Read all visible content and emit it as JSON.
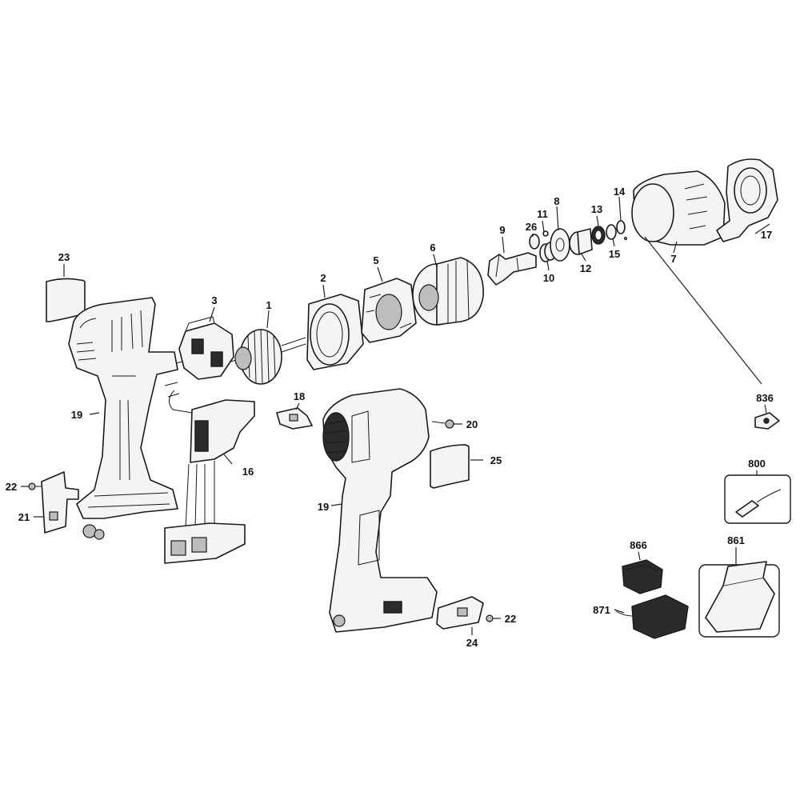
{
  "callouts": [
    {
      "id": "c1",
      "text": "1"
    },
    {
      "id": "c2",
      "text": "2"
    },
    {
      "id": "c3",
      "text": "3"
    },
    {
      "id": "c5",
      "text": "5"
    },
    {
      "id": "c6",
      "text": "6"
    },
    {
      "id": "c7",
      "text": "7"
    },
    {
      "id": "c8",
      "text": "8"
    },
    {
      "id": "c9",
      "text": "9"
    },
    {
      "id": "c10",
      "text": "10"
    },
    {
      "id": "c11",
      "text": "11"
    },
    {
      "id": "c12",
      "text": "12"
    },
    {
      "id": "c13",
      "text": "13"
    },
    {
      "id": "c14",
      "text": "14"
    },
    {
      "id": "c15",
      "text": "15"
    },
    {
      "id": "c16",
      "text": "16"
    },
    {
      "id": "c17",
      "text": "17"
    },
    {
      "id": "c18",
      "text": "18"
    },
    {
      "id": "c19a",
      "text": "19"
    },
    {
      "id": "c19b",
      "text": "19"
    },
    {
      "id": "c20",
      "text": "20"
    },
    {
      "id": "c21",
      "text": "21"
    },
    {
      "id": "c22a",
      "text": "22"
    },
    {
      "id": "c22b",
      "text": "22"
    },
    {
      "id": "c23",
      "text": "23"
    },
    {
      "id": "c24",
      "text": "24"
    },
    {
      "id": "c25",
      "text": "25"
    },
    {
      "id": "c26",
      "text": "26"
    },
    {
      "id": "c800",
      "text": "800"
    },
    {
      "id": "c836",
      "text": "836"
    },
    {
      "id": "c861",
      "text": "861"
    },
    {
      "id": "c866",
      "text": "866"
    },
    {
      "id": "c871",
      "text": "871"
    }
  ]
}
